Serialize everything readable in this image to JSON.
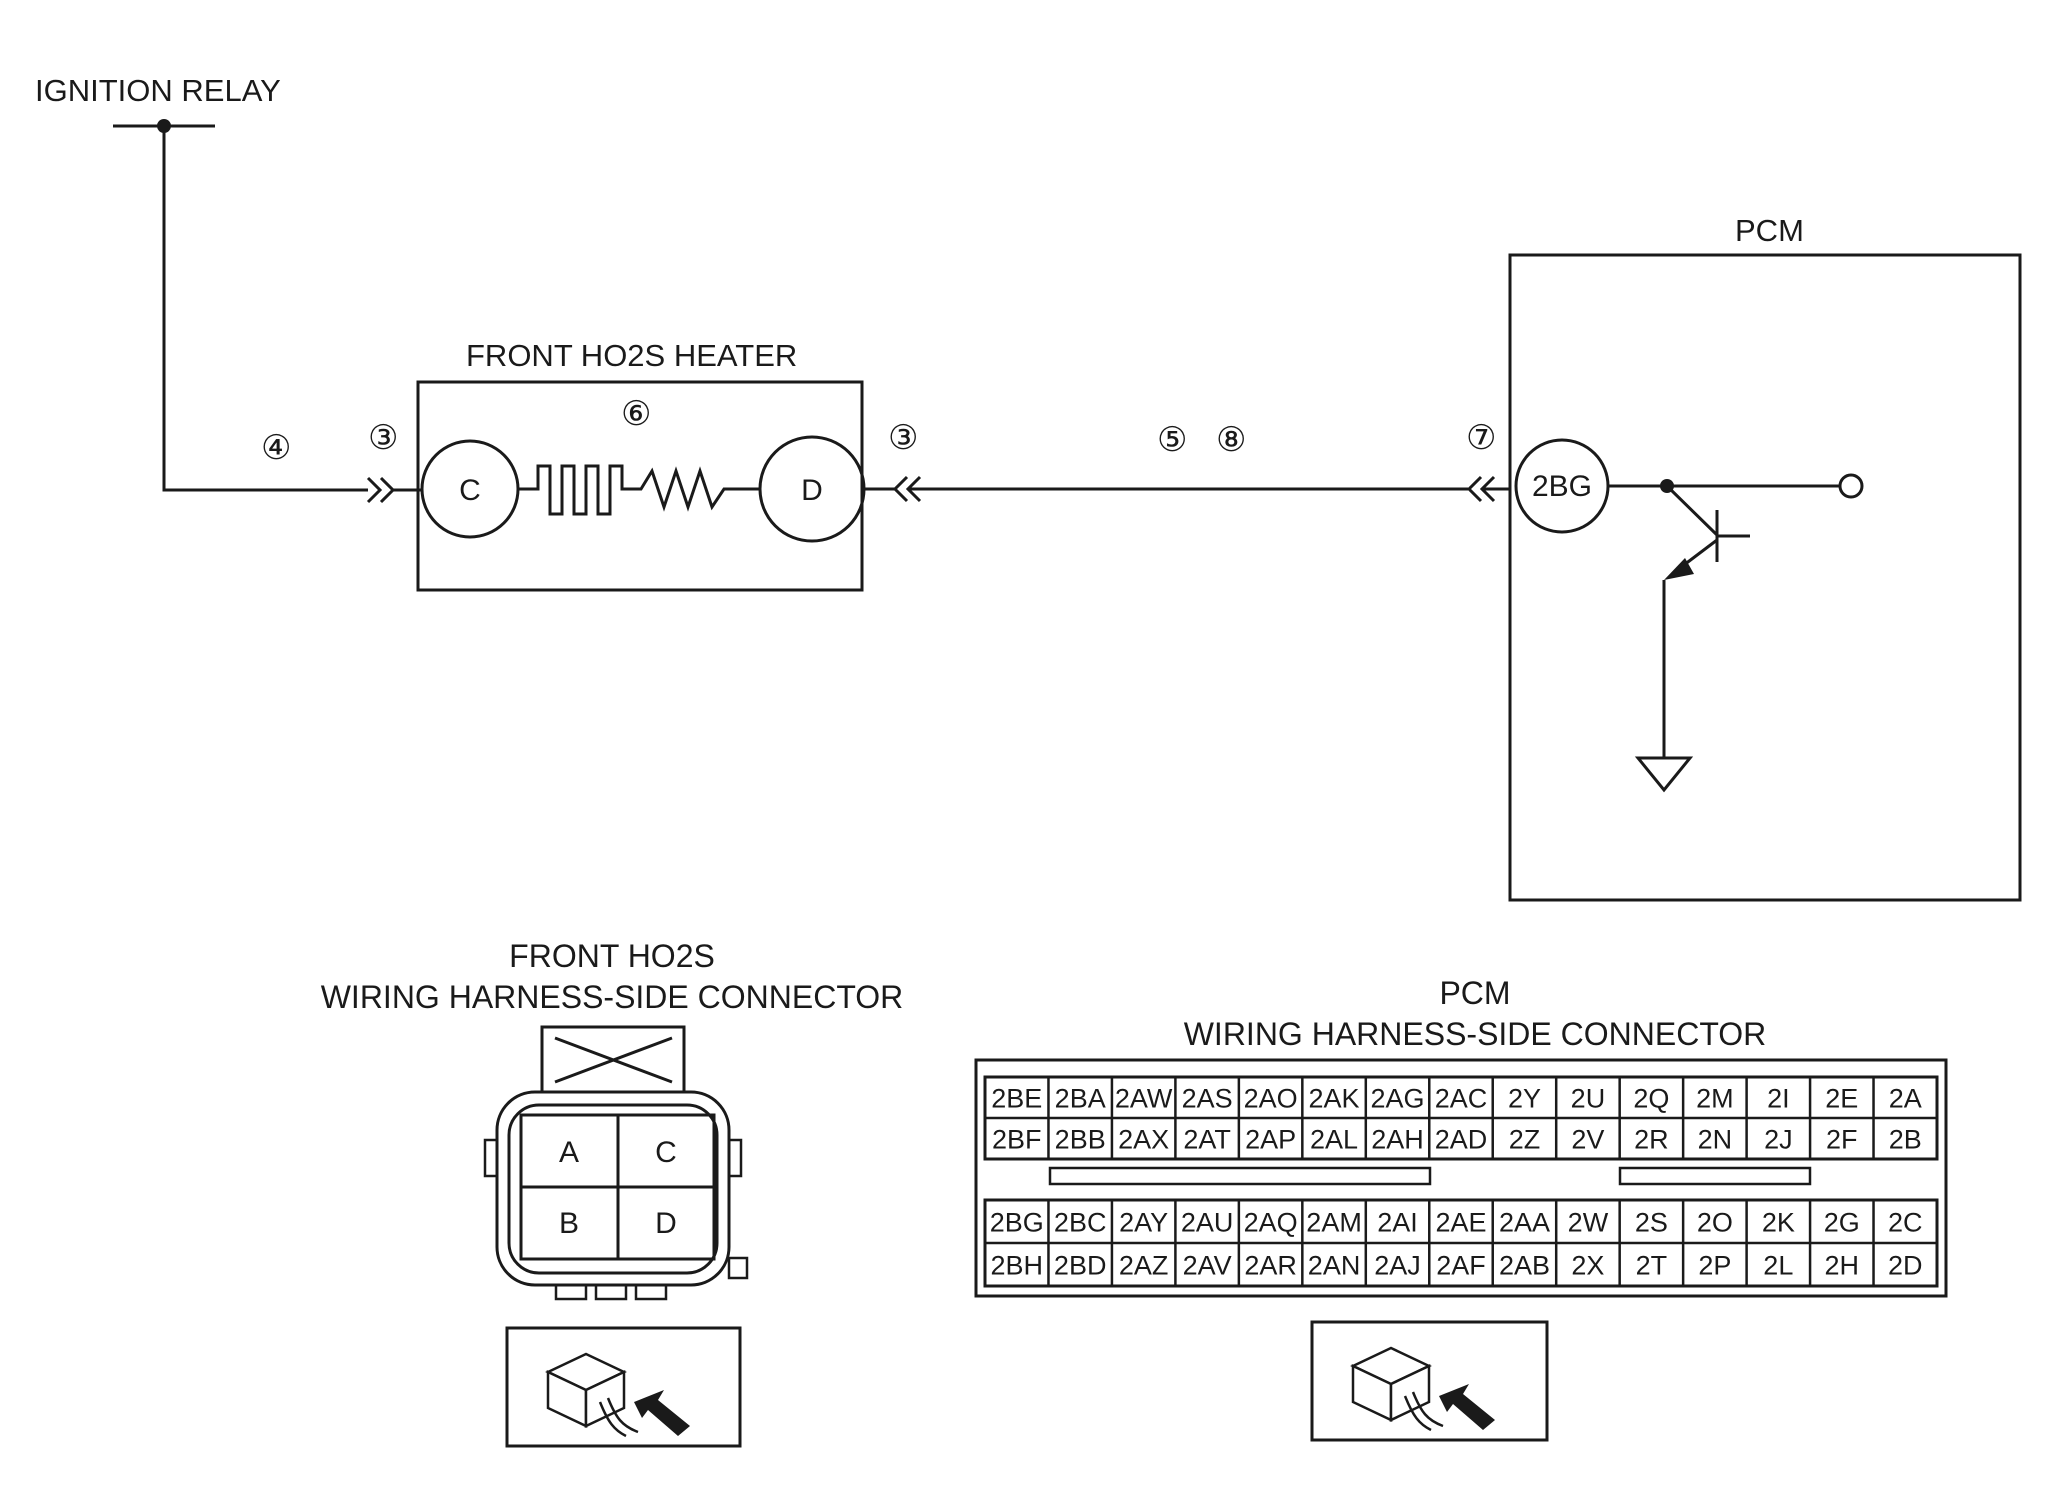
{
  "labels": {
    "ignition_relay": "IGNITION RELAY",
    "heater": "FRONT HO2S HEATER",
    "pcm": "PCM",
    "ho2s_conn_line1": "FRONT HO2S",
    "ho2s_conn_line2": "WIRING HARNESS-SIDE CONNECTOR",
    "pcm_conn_line1": "PCM",
    "pcm_conn_line2": "WIRING HARNESS-SIDE CONNECTOR"
  },
  "terminals": {
    "heater_c": "C",
    "heater_d": "D",
    "pcm_2bg": "2BG"
  },
  "callouts": {
    "c4": "④",
    "c3_left": "③",
    "c6": "⑥",
    "c3_right": "③",
    "c5": "⑤",
    "c8": "⑧",
    "c7": "⑦"
  },
  "ho2s_connector_pins": [
    "A",
    "C",
    "B",
    "D"
  ],
  "pcm_connector": {
    "top_block": [
      [
        "2BE",
        "2BA",
        "2AW",
        "2AS",
        "2AO",
        "2AK",
        "2AG",
        "2AC",
        "2Y",
        "2U",
        "2Q",
        "2M",
        "2I",
        "2E",
        "2A"
      ],
      [
        "2BF",
        "2BB",
        "2AX",
        "2AT",
        "2AP",
        "2AL",
        "2AH",
        "2AD",
        "2Z",
        "2V",
        "2R",
        "2N",
        "2J",
        "2F",
        "2B"
      ]
    ],
    "bottom_block": [
      [
        "2BG",
        "2BC",
        "2AY",
        "2AU",
        "2AQ",
        "2AM",
        "2AI",
        "2AE",
        "2AA",
        "2W",
        "2S",
        "2O",
        "2K",
        "2G",
        "2C"
      ],
      [
        "2BH",
        "2BD",
        "2AZ",
        "2AV",
        "2AR",
        "2AN",
        "2AJ",
        "2AF",
        "2AB",
        "2X",
        "2T",
        "2P",
        "2L",
        "2H",
        "2D"
      ]
    ]
  }
}
